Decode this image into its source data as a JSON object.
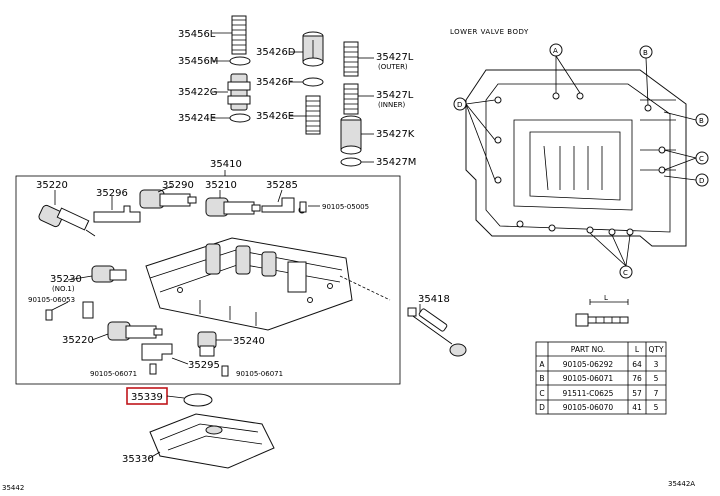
{
  "labels": {
    "l35456L": "35456L",
    "l35456M": "35456M",
    "l35422G": "35422G",
    "l35424E": "35424E",
    "l35426D": "35426D",
    "l35426F": "35426F",
    "l35426E": "35426E",
    "l35427L_outer": "35427L",
    "l35427L_outer_sub": "(OUTER)",
    "l35427L_inner": "35427L",
    "l35427L_inner_sub": "(INNER)",
    "l35427K": "35427K",
    "l35427M": "35427M",
    "l35410": "35410",
    "l35220a": "35220",
    "l35296": "35296",
    "l35290": "35290",
    "l35210": "35210",
    "l35285": "35285",
    "l90105_05005": "90105-05005",
    "l35230": "35230",
    "l35230_sub": "(NO.1)",
    "l90105_06053": "90105-06053",
    "l35220b": "35220",
    "l35240": "35240",
    "l35295": "35295",
    "l90105_06071a": "90105-06071",
    "l90105_06071b": "90105-06071",
    "l35418": "35418",
    "l35330": "35330",
    "l35339": "35339",
    "lower_valve_body": "LOWER VALVE BODY",
    "corner_left": "35442",
    "corner_right": "35442A",
    "length_symbol": "L"
  },
  "callouts": {
    "A": "A",
    "B": "B",
    "C": "C",
    "D": "D"
  },
  "table": {
    "headers": [
      "PART NO.",
      "L",
      "QTY"
    ],
    "rows": [
      {
        "key": "A",
        "part": "90105-06292",
        "l": "64",
        "qty": "3"
      },
      {
        "key": "B",
        "part": "90105-06071",
        "l": "76",
        "qty": "5"
      },
      {
        "key": "C",
        "part": "91511-C0625",
        "l": "57",
        "qty": "7"
      },
      {
        "key": "D",
        "part": "90105-06070",
        "l": "41",
        "qty": "5"
      }
    ]
  },
  "colors": {
    "line": "#000000",
    "highlight": "#c0151b"
  }
}
